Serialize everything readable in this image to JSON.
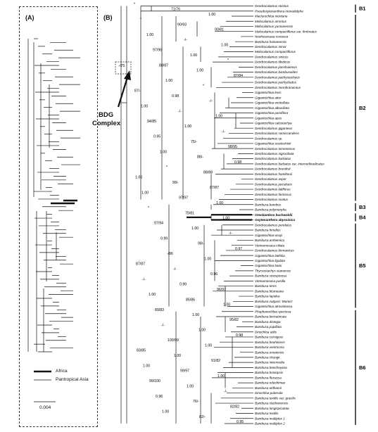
{
  "panel_a": {
    "label": "(A)",
    "legend": [
      {
        "name": "Africa",
        "style": "thick"
      },
      {
        "name": "Pantropical Asia",
        "style": "thin"
      }
    ],
    "scale": "0.004"
  },
  "panel_b": {
    "label": "(B)",
    "bdg_label_line1": "BDG",
    "bdg_label_line2": "Complex",
    "bdg_support": "-/75",
    "groups": [
      "B1",
      "B2",
      "B3",
      "B4",
      "B5",
      "B6"
    ],
    "taxa": [
      "Dendrocalamus strictus",
      "Pseudoxytenanthera monadelpha",
      "Maclurochloa montana",
      "Melocalamus arrectus",
      "Melocalamus yunnanensis",
      "Melocalamus compactiflorus var. fimbriatus",
      "Neohouzeaua coriacea",
      "Bambusa hainanensis",
      "Dendrocalamus minor",
      "Melocalamus compactiflorus",
      "Dendrocalamus sinicus",
      "Dendrocalamus tibeticus",
      "Dendrocalamus jianshuiensis",
      "Dendrocalamus bambusoides",
      "Dendrocalamus pachystachyus",
      "Dendrocalamus pachycladus",
      "Dendrocalamus membranaceus",
      "Gigantochloa levis",
      "Gigantochloa atter",
      "Gigantochloa verticillata",
      "Gigantochloa albociliata",
      "Gigantochloa parviflora",
      "Gigantochloa apus",
      "Gigantochloa calostachya",
      "Dendrocalamus giganteus",
      "Dendrocalamus semiscandens",
      "Dendrocalamus sp.",
      "Gigantochloa scortechinii",
      "Dendrocalamus tomentosus",
      "Dendrocalamus nigrociliata",
      "Dendrocalamus barbatus",
      "Dendrocalamus barbatus var. internodiiradicatus",
      "Dendrocalamus brandisii",
      "Dendrocalamus hamiltonii",
      "Dendrocalamus asper",
      "Dendrocalamus peculiaris",
      "Dendrocalamus latiflorus",
      "Dendrocalamus farinosus",
      "Dendrocalamus ovatus",
      "Bambusa bambos",
      "Bambusa polymorpha",
      "Oreobambos buchwaldii",
      "Oxytenanthera abyssinica",
      "Dendrocalamus pendulus",
      "Bambusa hirtellus",
      "Gigantochloa wrayi",
      "Bambusa amhemica",
      "Vietnamosasa ciliata",
      "Dendrocalamus birmanicus",
      "Gigantochloa latifolia",
      "Gigantochloa ligulata",
      "Gigantochloa balui",
      "Thyrsostachys siamensis",
      "Bambusa sinospinosa",
      "Vietnamosasa pusilla",
      "Bambusa teres",
      "Bambusa blumeana",
      "Bambusa lapidea",
      "Bambusa vulgaris 'Wamin'",
      "Gigantochloa atroviolacea",
      "Phuphanochloa speciosa",
      "Bambusa bicicatricata",
      "Bambusa distegia",
      "Bambusa papillata",
      "Dinochloa utilis",
      "Bambusa cornigera",
      "Bambusa beahinesis",
      "Bambusa ventricosa",
      "Bambusa emeiensis",
      "Bambusa chungii",
      "Bambusa intermedia",
      "Bambusa beecheyana",
      "Bambusa boniopsis",
      "Bambusa flexuosa",
      "Bambusa odashimae",
      "Bambusa oldhamii",
      "Dinochloa puberula",
      "Bambusa textilis var. gracilis",
      "Bambusa xiashanensis",
      "Bambusa longispiculata",
      "Bambusa textilis",
      "Bambusa multiplex 1",
      "Bambusa multiplex 2"
    ],
    "support_labels": [
      "*",
      "71/76",
      "1.00",
      "*",
      "90/93",
      "90/81",
      "1.00",
      "-/-",
      "1.00",
      "97/96",
      "1.00",
      "*",
      "88/87",
      "1.00",
      "87/84",
      "1.00",
      "*",
      "87/-",
      "0.98",
      "-/-",
      "1.00",
      "-/-",
      "1.00",
      "94/85",
      "1.00",
      "-/-",
      "0.95",
      "75/-",
      "98/95",
      "1.00",
      "88/-",
      "0.98",
      "*",
      "88/88",
      "1.00",
      "99/-",
      "87/87",
      "1.00",
      "97/97",
      "1.00",
      "*",
      "75/81",
      "1.00",
      "97/94",
      "1.00",
      "-/-",
      "0.99",
      "98/-",
      "0.97",
      "-/96",
      "1.00",
      "87/87",
      "-/-",
      "0.96",
      "-/-",
      "0.99",
      "96/97",
      "1.00",
      "85/86",
      "1.00",
      "89/83",
      "1.00",
      "95/82",
      "-/-",
      "1.00",
      "0.98",
      "100/99",
      "1.00",
      "83/85",
      "1.00",
      "91/82",
      "1.00",
      "99/97",
      "1.00",
      "99/100",
      "1.00",
      "-/-",
      "0.96",
      "76/-",
      "82/82",
      "1.00",
      "82/-",
      "0.95"
    ]
  }
}
